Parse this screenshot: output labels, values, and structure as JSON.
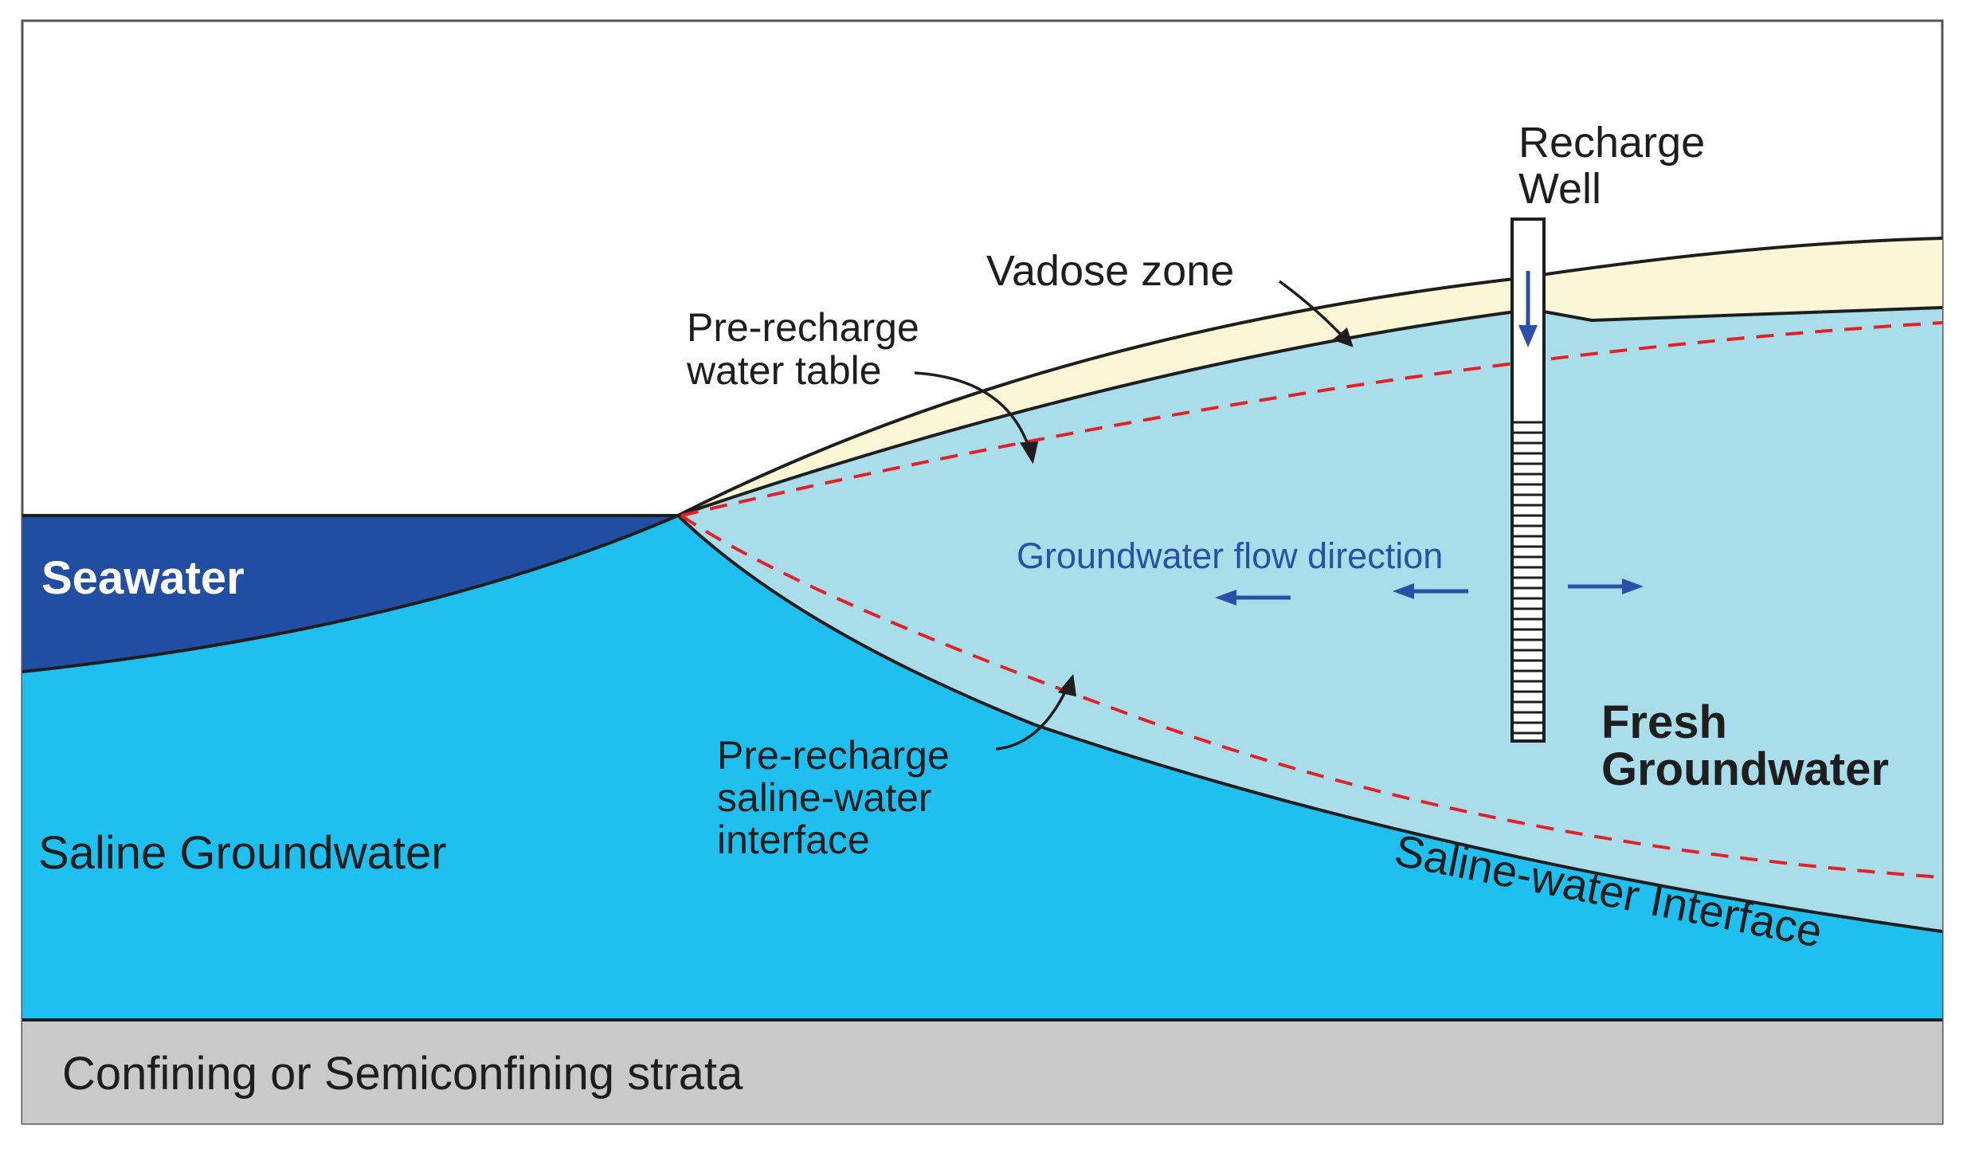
{
  "labels": {
    "recharge_well_line1": "Recharge",
    "recharge_well_line2": "Well",
    "vadose_zone": "Vadose zone",
    "pre_recharge_wt_line1": "Pre-recharge",
    "pre_recharge_wt_line2": "water table",
    "seawater": "Seawater",
    "flow_direction": "Groundwater flow direction",
    "fresh_line1": "Fresh",
    "fresh_line2": "Groundwater",
    "pre_recharge_si_line1": "Pre-recharge",
    "pre_recharge_si_line2": "saline-water",
    "pre_recharge_si_line3": "interface",
    "saline_groundwater": "Saline Groundwater",
    "saline_interface": "Saline-water Interface",
    "confining": "Confining or Semiconfining strata"
  },
  "colors": {
    "seawater": "#214ea3",
    "saline_groundwater": "#1fbff0",
    "fresh_groundwater": "#a8dde9",
    "vadose_zone": "#fbf6d6",
    "confining": "#c9c9c9",
    "pre_recharge_lines": "#e32026",
    "flow_arrows": "#2a4fa6",
    "outline": "#1e1e1e"
  },
  "icons": {
    "flow_arrow": "arrow-left-icon",
    "recharge_arrow": "arrow-down-icon"
  }
}
